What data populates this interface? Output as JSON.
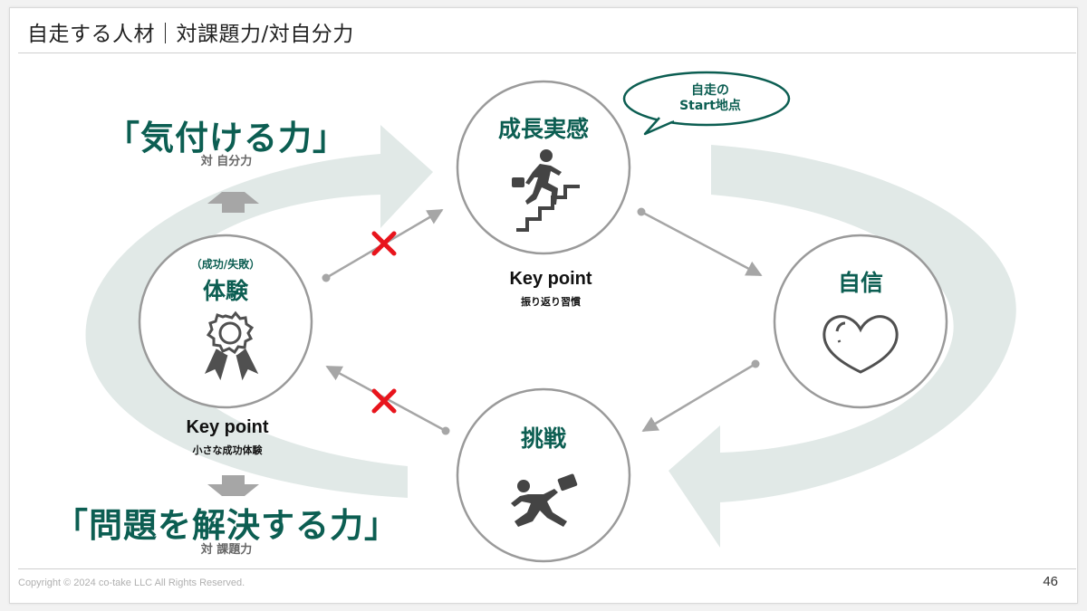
{
  "slide": {
    "title": "自走する人材｜対課題力/対自分力",
    "page_number": "46",
    "copyright": "Copyright © 2024 co-take LLC All Rights Reserved."
  },
  "top_ability": {
    "title": "「気付ける力」",
    "sub": "対 自分力"
  },
  "bottom_ability": {
    "title": "「問題を解決する力」",
    "sub": "対 課題力"
  },
  "nodes": {
    "experience": {
      "small": "（成功/失敗）",
      "title": "体験",
      "key_point": "Key point",
      "key_point_detail": "小さな成功体験",
      "icon": "award-ribbon-icon"
    },
    "growth": {
      "title": "成長実感",
      "key_point": "Key point",
      "key_point_detail": "振り返り習慣",
      "icon": "person-climbing-stairs-icon"
    },
    "confidence": {
      "title": "自信",
      "icon": "heart-icon"
    },
    "challenge": {
      "title": "挑戦",
      "icon": "running-businessman-icon"
    }
  },
  "speech_bubble": {
    "line1": "自走の",
    "line2": "Start地点"
  },
  "colors": {
    "accent": "#0c5e52",
    "cycle_arrow": "#e1e9e7",
    "connector": "#a6a6a6",
    "cross": "#e8141c"
  }
}
